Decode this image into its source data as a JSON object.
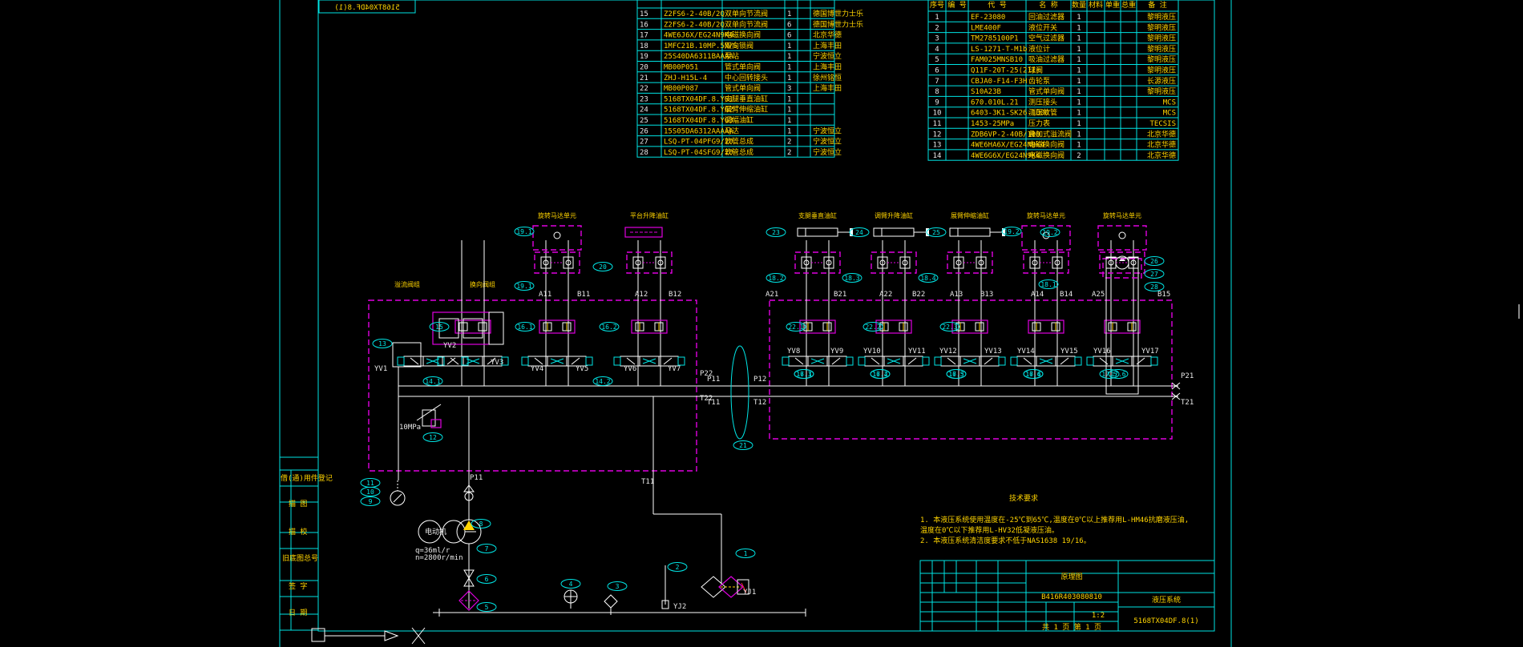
{
  "drawing": {
    "corner_text": "5168TX04DF.8(1)",
    "section_titles": [
      "技术要求"
    ],
    "tech_requirements": [
      "1. 本液压系统使用温度在-25℃到65℃,温度在0℃以上推荐用L-HM46抗磨液压油,",
      "   温度在0℃以下推荐用L-HV32低凝液压油。",
      "2. 本液压系统清洁度要求不低于NAS1638 19/16。"
    ],
    "title_block": {
      "drawing_name": "原理图",
      "drawing_number": "B416R403080810",
      "system_name": "液压系统",
      "model_code": "5168TX04DF.8(1)",
      "scale": "1:2",
      "sheet_info": "共 1 页  第 1 页"
    },
    "left_strip_labels": [
      "借(通)用件登记",
      "描 图",
      "描 校",
      "旧底图总号",
      "签 字",
      "日 期"
    ]
  },
  "parts_table_left": {
    "rows": [
      {
        "no": "15",
        "code": "Z2FS6-2-40B/2Q",
        "name": "双单向节流阀",
        "qty": "1",
        "note": "德国博世力士乐"
      },
      {
        "no": "16",
        "code": "Z2FS6-2-40B/2Q",
        "name": "双单向节流阀",
        "qty": "6",
        "note": "德国博世力士乐"
      },
      {
        "no": "17",
        "code": "4WE6J6X/EG24N9K4",
        "name": "电磁换向阀",
        "qty": "6",
        "note": "北京华德"
      },
      {
        "no": "18",
        "code": "1MFC21B.10MP.5N/S",
        "name": "双向锁阀",
        "qty": "1",
        "note": "上海丰田"
      },
      {
        "no": "19",
        "code": "25S40DA6311BAAAA",
        "name": "泵站",
        "qty": "1",
        "note": "宁波恒立"
      },
      {
        "no": "20",
        "code": "MB00P051",
        "name": "管式单向阀",
        "qty": "1",
        "note": "上海丰田"
      },
      {
        "no": "21",
        "code": "ZHJ-H15L-4",
        "name": "中心回转接头",
        "qty": "1",
        "note": "徐州铭恒"
      },
      {
        "no": "22",
        "code": "MB00P087",
        "name": "管式单向阀",
        "qty": "3",
        "note": "上海丰田"
      },
      {
        "no": "23",
        "code": "5168TX04DF.8.YG1",
        "name": "支腿垂直油缸",
        "qty": "1",
        "note": ""
      },
      {
        "no": "24",
        "code": "5168TX04DF.8.YG2",
        "name": "展臂伸缩油缸",
        "qty": "1",
        "note": ""
      },
      {
        "no": "25",
        "code": "5168TX04DF.8.YG3",
        "name": "调幅油缸",
        "qty": "1",
        "note": ""
      },
      {
        "no": "26",
        "code": "15S05DA6312AAAAA",
        "name": "马达",
        "qty": "1",
        "note": "宁波恒立"
      },
      {
        "no": "27",
        "code": "LSQ-PT-04PFG9/20",
        "name": "软管总成",
        "qty": "2",
        "note": "宁波恒立"
      },
      {
        "no": "28",
        "code": "LSQ-PT-04SFG9/20",
        "name": "软管总成",
        "qty": "2",
        "note": "宁波恒立"
      }
    ]
  },
  "parts_table_right": {
    "headers": [
      "序号",
      "编  号",
      "代  号",
      "名  称",
      "数量",
      "材料",
      "单重",
      "总重",
      "备  注"
    ],
    "rows": [
      {
        "no": "1",
        "code": "EF-23080",
        "name": "回油过滤器",
        "qty": "1",
        "note": "黎明液压"
      },
      {
        "no": "2",
        "code": "LME400F",
        "name": "液位开关",
        "qty": "1",
        "note": "黎明液压"
      },
      {
        "no": "3",
        "code": "TM2785100P1",
        "name": "空气过滤器",
        "qty": "1",
        "note": "黎明液压"
      },
      {
        "no": "4",
        "code": "LS-1271-T-M1b",
        "name": "液位计",
        "qty": "1",
        "note": "黎明液压"
      },
      {
        "no": "5",
        "code": "FAM025MNSB10",
        "name": "吸油过滤器",
        "qty": "1",
        "note": "黎明液压"
      },
      {
        "no": "6",
        "code": "Q11F-20T-25(211)",
        "name": "球阀",
        "qty": "1",
        "note": "黎明液压"
      },
      {
        "no": "7",
        "code": "CBJA0-F14-F3H",
        "name": "齿轮泵",
        "qty": "1",
        "note": "长源液压"
      },
      {
        "no": "8",
        "code": "S10A23B",
        "name": "管式单向阀",
        "qty": "1",
        "note": "黎明液压"
      },
      {
        "no": "9",
        "code": "670.010L.21",
        "name": "测压接头",
        "qty": "1",
        "note": "MCS"
      },
      {
        "no": "10",
        "code": "6403-3K1-SK26-1000",
        "name": "测压软管",
        "qty": "1",
        "note": "MCS"
      },
      {
        "no": "11",
        "code": "1453-25MPa",
        "name": "压力表",
        "qty": "1",
        "note": "TECSIS"
      },
      {
        "no": "12",
        "code": "ZDB6VP-2-40B/100",
        "name": "叠加式溢流阀",
        "qty": "1",
        "note": "北京华德"
      },
      {
        "no": "13",
        "code": "4WE6HA6X/EG24N9K4",
        "name": "电磁换向阀",
        "qty": "1",
        "note": "北京华德"
      },
      {
        "no": "14",
        "code": "4WE6G6X/EG24N9K4",
        "name": "电磁换向阀",
        "qty": "2",
        "note": "北京华德"
      }
    ]
  },
  "circuit": {
    "actuator_titles": [
      "旋转马达单元",
      "平台升降油缸",
      "支腿垂直油缸",
      "调臂升降油缸",
      "展臂伸缩油缸",
      "旋转马达单元",
      "旋转马达单元"
    ],
    "manifold_labels": [
      "溢流阀组",
      "换向阀组"
    ],
    "port_labels": [
      "A11",
      "B11",
      "A12",
      "B12",
      "A21",
      "B21",
      "A22",
      "B22",
      "A13",
      "B13",
      "A14",
      "B14",
      "A25",
      "B15",
      "P11",
      "T11",
      "P12",
      "T12",
      "P21",
      "T21",
      "P22",
      "T22",
      "P11",
      "T11"
    ],
    "solenoid_labels": [
      "YV1",
      "YV2",
      "YV3",
      "YV4",
      "YV5",
      "YV6",
      "YV7",
      "YV8",
      "YV9",
      "YV10",
      "YV11",
      "YV12",
      "YV13",
      "YV14",
      "YV15",
      "YV16",
      "YV17",
      "YJ1",
      "YJ2"
    ],
    "balloons": [
      "19.1",
      "20",
      "16.1",
      "16.2",
      "15",
      "13",
      "14.1",
      "14.2",
      "12",
      "11",
      "10",
      "9",
      "8",
      "7",
      "6",
      "5",
      "4",
      "3",
      "2",
      "1",
      "23",
      "24",
      "25",
      "19.2",
      "18.1",
      "18.2",
      "18.3",
      "18.4",
      "19.1",
      "21",
      "22.1",
      "22.2",
      "22.3",
      "16.3",
      "16.4",
      "16.5",
      "16.6",
      "17.1",
      "17.2",
      "17.3",
      "17.4",
      "17.5",
      "17.6",
      "26",
      "27",
      "28",
      "19.2"
    ],
    "motor_text": [
      "电动机",
      "q=36ml/r",
      "n=2800r/min"
    ],
    "pressure_text": "10MPa"
  }
}
